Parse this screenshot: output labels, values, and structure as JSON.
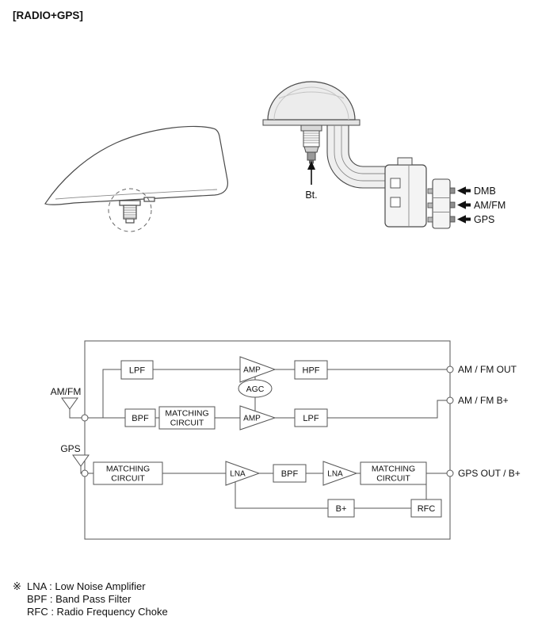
{
  "title": "[RADIO+GPS]",
  "detail": {
    "bt": "Bt.",
    "pins": [
      "DMB",
      "AM/FM",
      "GPS"
    ]
  },
  "diagram": {
    "inputs": {
      "amfm": "AM/FM",
      "gps": "GPS"
    },
    "blocks": {
      "lpf_top": "LPF",
      "amp_top": "AMP",
      "hpf": "HPF",
      "agc": "AGC",
      "bpf_amfm": "BPF",
      "matching": {
        "l1": "MATCHING",
        "l2": "CIRCUIT"
      },
      "amp_bottom": "AMP",
      "lpf_bottom": "LPF",
      "lna_first": "LNA",
      "bpf_gps": "BPF",
      "lna_second": "LNA",
      "b_plus": "B+",
      "rfc": "RFC"
    },
    "outputs": {
      "amfm_out": "AM / FM OUT",
      "amfm_b": "AM / FM B+",
      "gps_out": "GPS OUT / B+"
    }
  },
  "legend": {
    "marker": "※",
    "line1": "LNA : Low Noise Amplifier",
    "line2": "BPF : Band Pass Filter",
    "line3": "RFC : Radio Frequency Choke"
  }
}
